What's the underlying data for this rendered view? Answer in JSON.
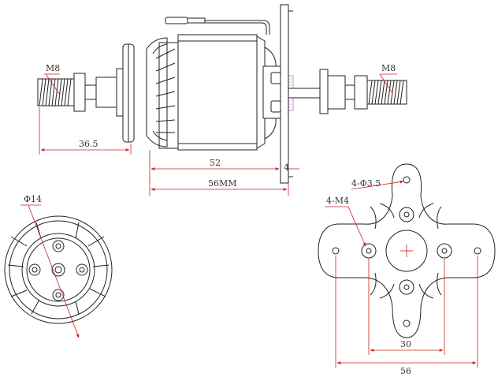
{
  "labels": {
    "shaft_thread_left": "M8",
    "shaft_thread_right": "M8",
    "shaft_length": "36.5",
    "body_length": "52",
    "mount_plate_thickness": "4",
    "total_length": "56MM",
    "shaft_diameter": "Φ14",
    "mount_holes_outer": "4-Φ3.5",
    "mount_holes_inner": "4-M4",
    "inner_hole_spacing": "30",
    "outer_hole_spacing": "56"
  },
  "colors": {
    "outline": "#222222",
    "dimension": "#cc2222",
    "text": "#333333",
    "background": "#ffffff"
  }
}
